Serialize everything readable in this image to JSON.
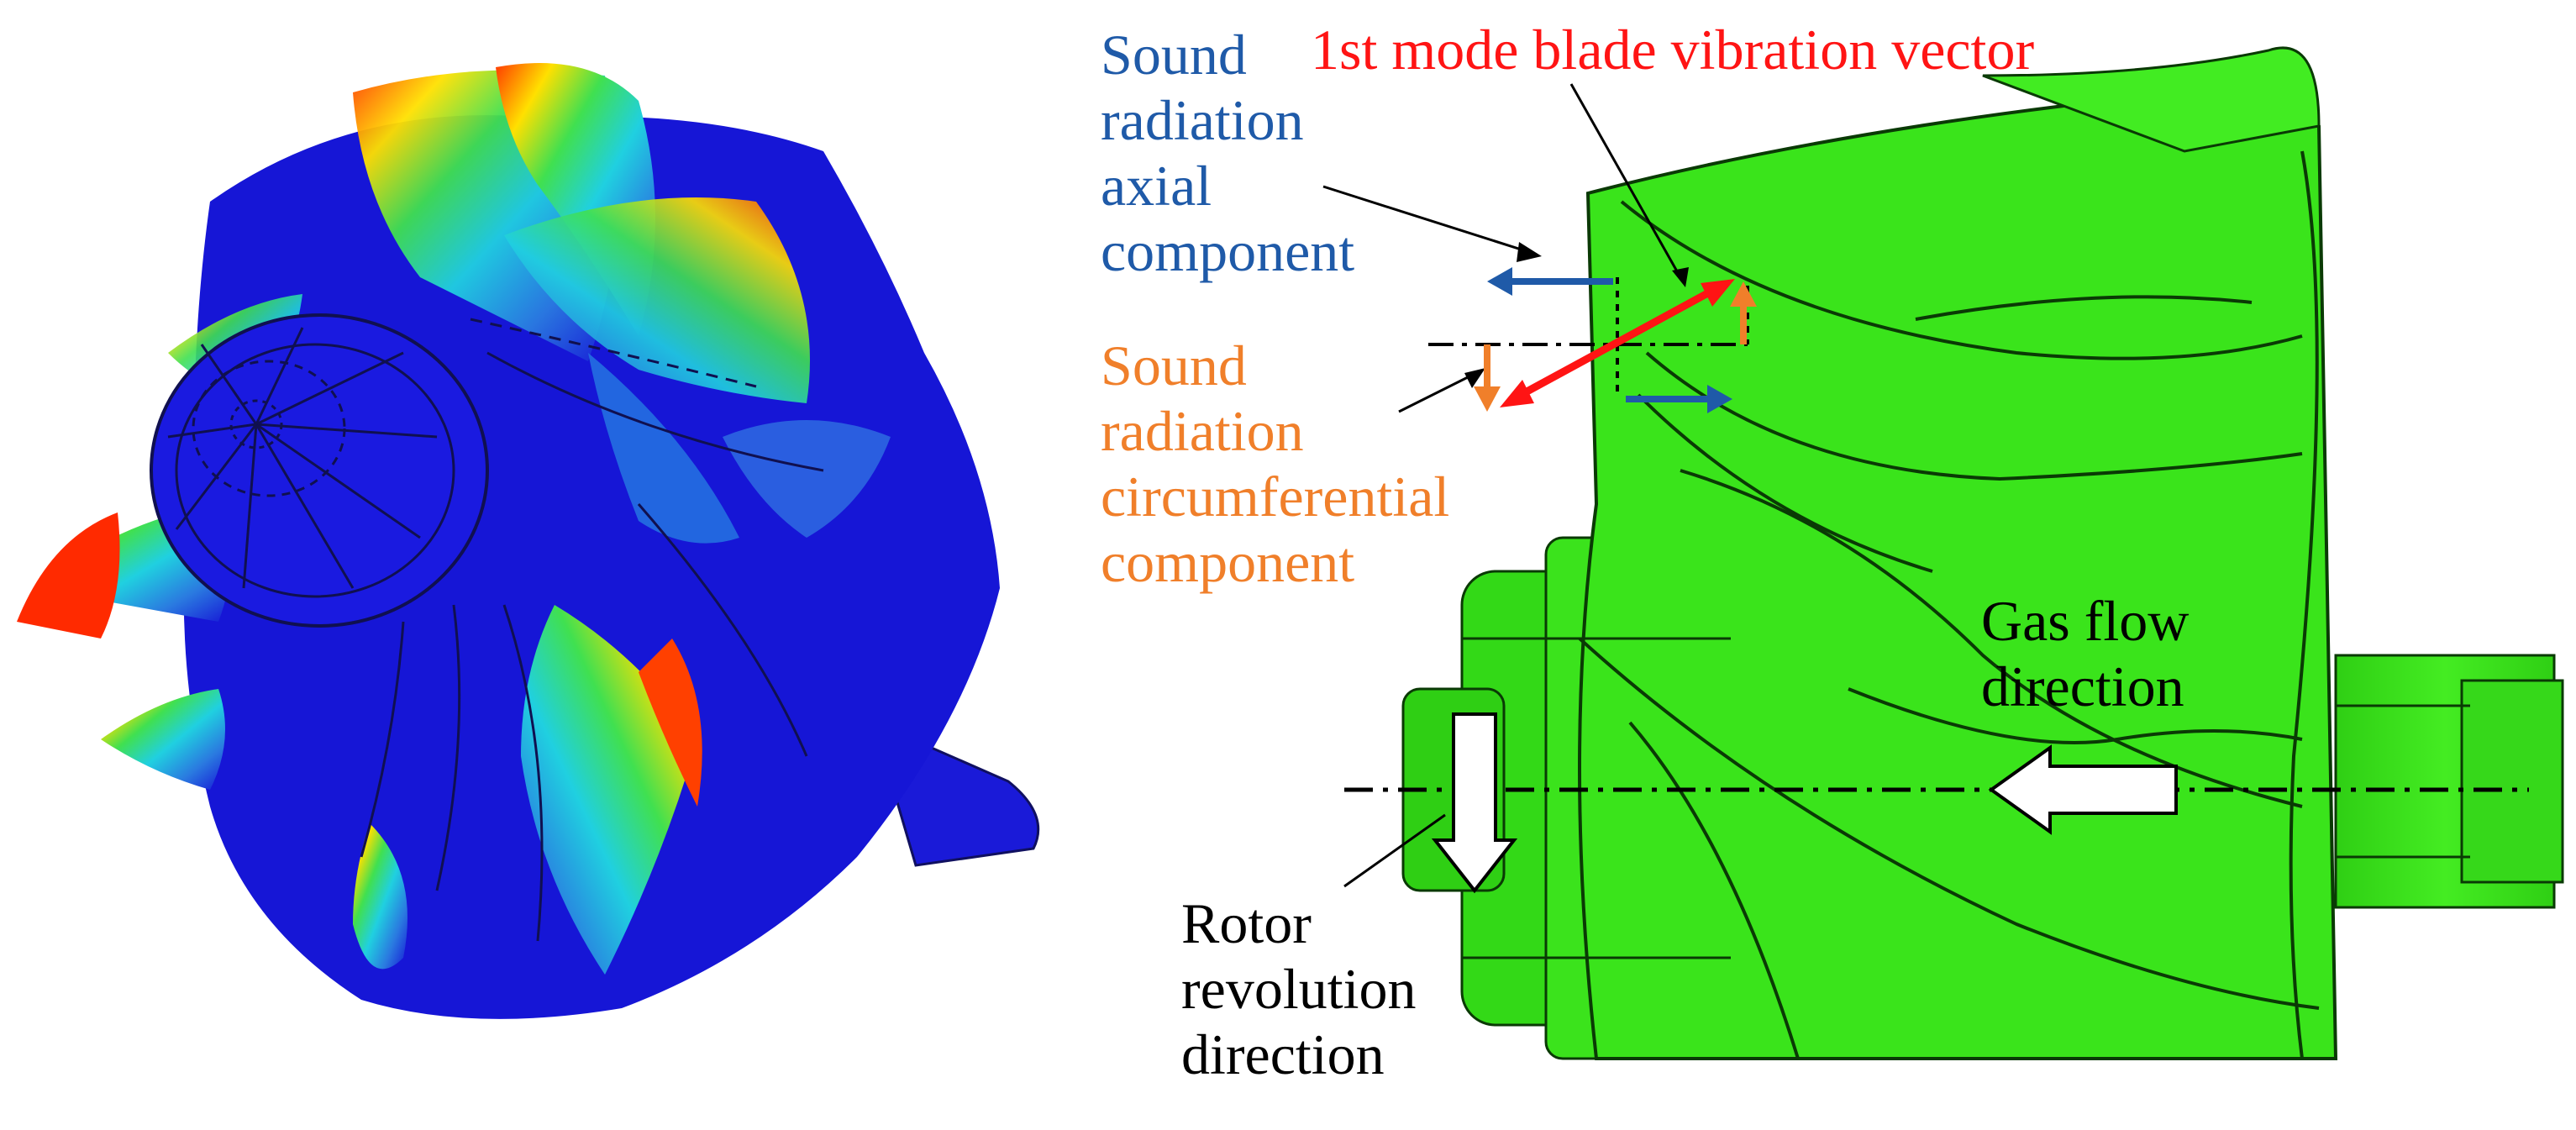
{
  "colors": {
    "vibration": "#ff1414",
    "axial": "#1f5aa8",
    "circumferential": "#f07f2a",
    "rotor_green": "#39e21b",
    "fem_blue": "#1616d6",
    "text": "#000000"
  },
  "labels": {
    "vibration_vector": "1st mode blade vibration vector",
    "axial_component": [
      "Sound",
      "radiation",
      "axial",
      "component"
    ],
    "circumferential_component": [
      "Sound",
      "radiation",
      "circumferential",
      "component"
    ],
    "gas_flow": [
      "Gas flow",
      "direction"
    ],
    "rotor_revolution": [
      "Rotor",
      "revolution",
      "direction"
    ]
  }
}
